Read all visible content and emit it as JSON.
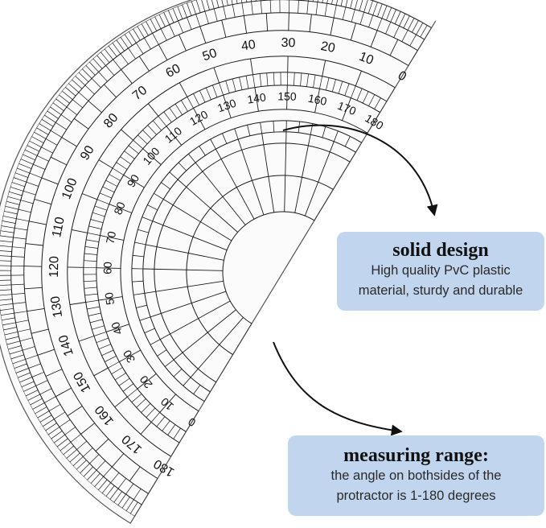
{
  "protractor": {
    "outer_scale": [
      "0",
      "10",
      "20",
      "30",
      "40",
      "50",
      "60",
      "70",
      "80",
      "90",
      "100",
      "110",
      "120",
      "130",
      "140",
      "150",
      "160",
      "170",
      "180"
    ],
    "inner_scale": [
      "180",
      "170",
      "160",
      "150",
      "140",
      "130",
      "120",
      "110",
      "100",
      "90",
      "80",
      "70",
      "60",
      "50",
      "40",
      "30",
      "20",
      "10",
      "0"
    ]
  },
  "callouts": {
    "solid": {
      "title": "solid design",
      "line1": "High quality PvC plastic",
      "line2": "material, sturdy and durable"
    },
    "range": {
      "title": "measuring range:",
      "line1": "the angle on bothsides of the",
      "line2": "protractor is 1-180 degrees"
    }
  },
  "colors": {
    "callout_bg": "#c2d5ee",
    "ink": "#1a1a1a"
  }
}
